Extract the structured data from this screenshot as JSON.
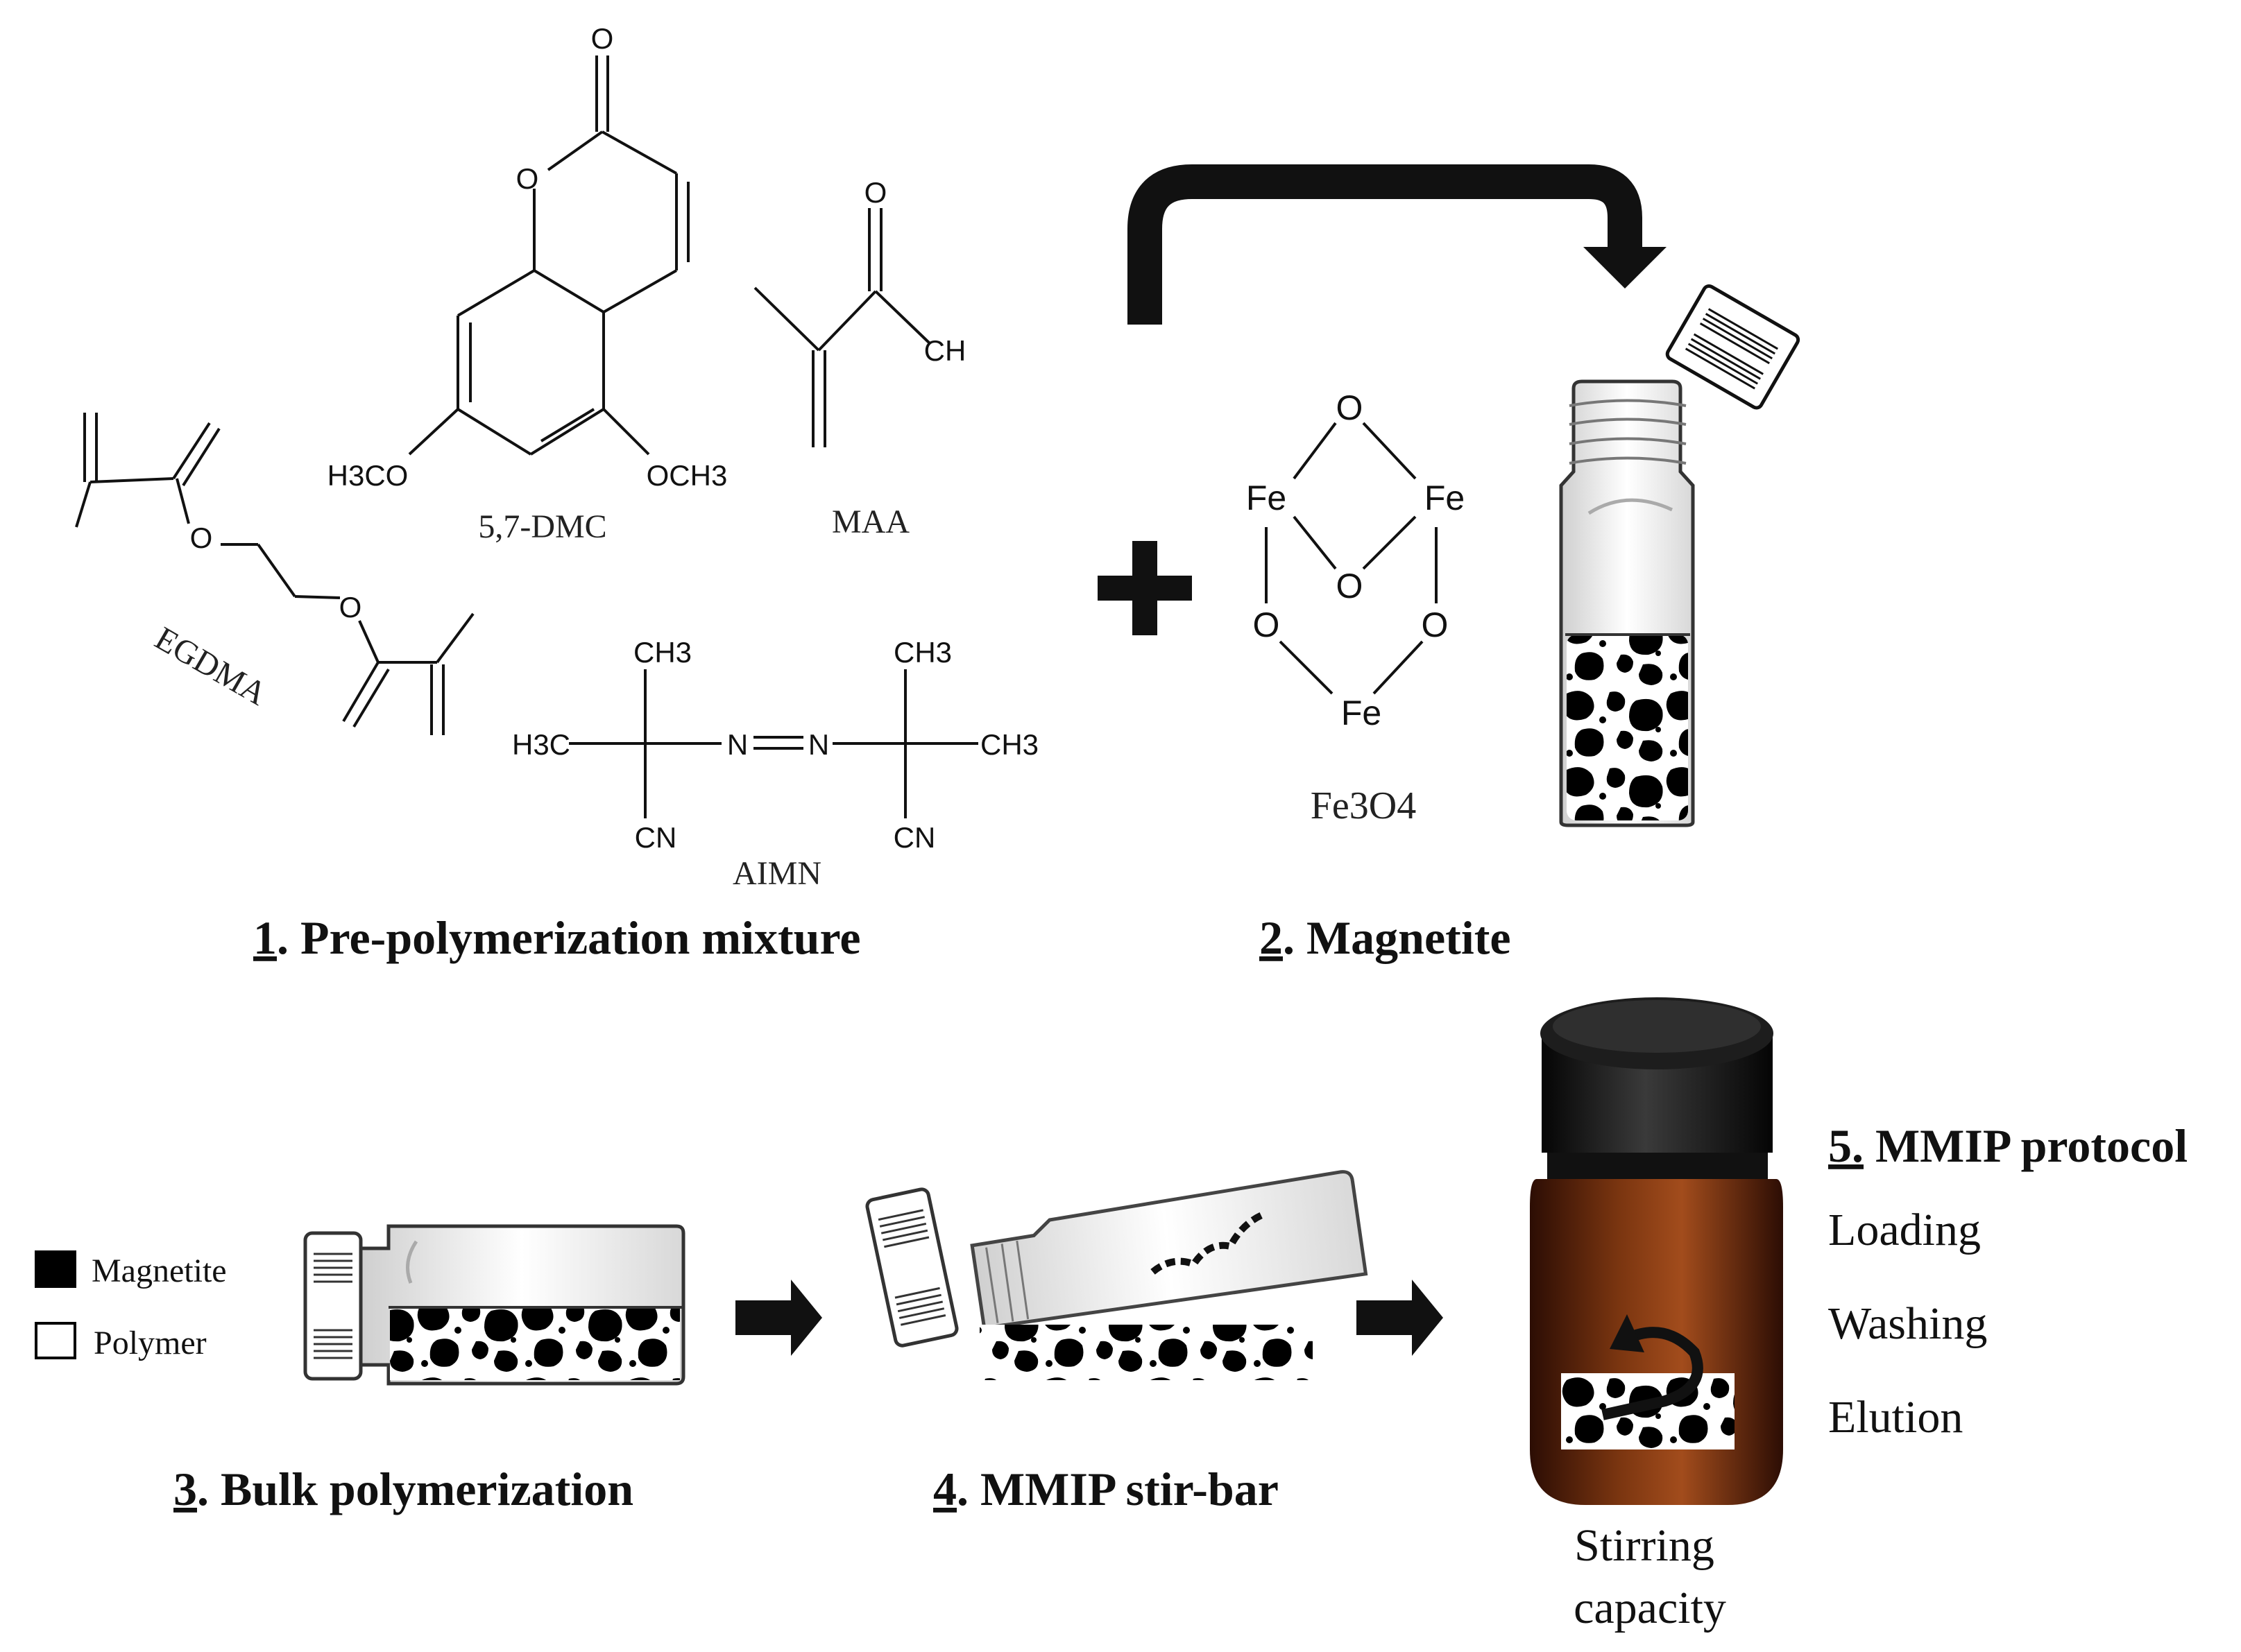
{
  "step1": {
    "number": "1",
    "title": ". Pre-polymerization mixture",
    "molecules": {
      "dmc": {
        "name": "5,7-DMC",
        "left_group": "H3CO",
        "right_group": "OCH3",
        "ring_o": "O",
        "carbonyl_o": "O"
      },
      "maa": {
        "name": "MAA",
        "carbonyl_o": "O",
        "oh": "CH"
      },
      "egdma": {
        "name": "EGDMA",
        "o1": "O",
        "o2": "O"
      },
      "aimn": {
        "name": "AIMN",
        "ch3_top_left": "CH3",
        "ch3_top_right": "CH3",
        "h3c_left": "H3C",
        "ch3_right": "CH3",
        "n1": "N",
        "n2": "N",
        "cn_left": "CN",
        "cn_right": "CN"
      }
    }
  },
  "step2": {
    "number": "2",
    "title": ". Magnetite",
    "molecule": {
      "name": "Fe3O4",
      "fe": "Fe",
      "o": "O"
    }
  },
  "step3": {
    "number": "3",
    "title": ". Bulk polymerization"
  },
  "step4": {
    "number": "4",
    "title": ". MMIP stir-bar"
  },
  "step5": {
    "number": "5.",
    "title": " MMIP protocol",
    "items": [
      "Loading",
      "Washing",
      "Elution"
    ],
    "caption_line1": "Stirring",
    "caption_line2": "capacity"
  },
  "legend": {
    "items": [
      {
        "label": "Magnetite",
        "fill": "#000000"
      },
      {
        "label": "Polymer",
        "fill": "#ffffff"
      }
    ]
  },
  "colors": {
    "ink": "#111111",
    "amber_dark": "#3a1206",
    "amber": "#7a3510",
    "amber_light": "#a24c1c",
    "cap": "#161616"
  }
}
